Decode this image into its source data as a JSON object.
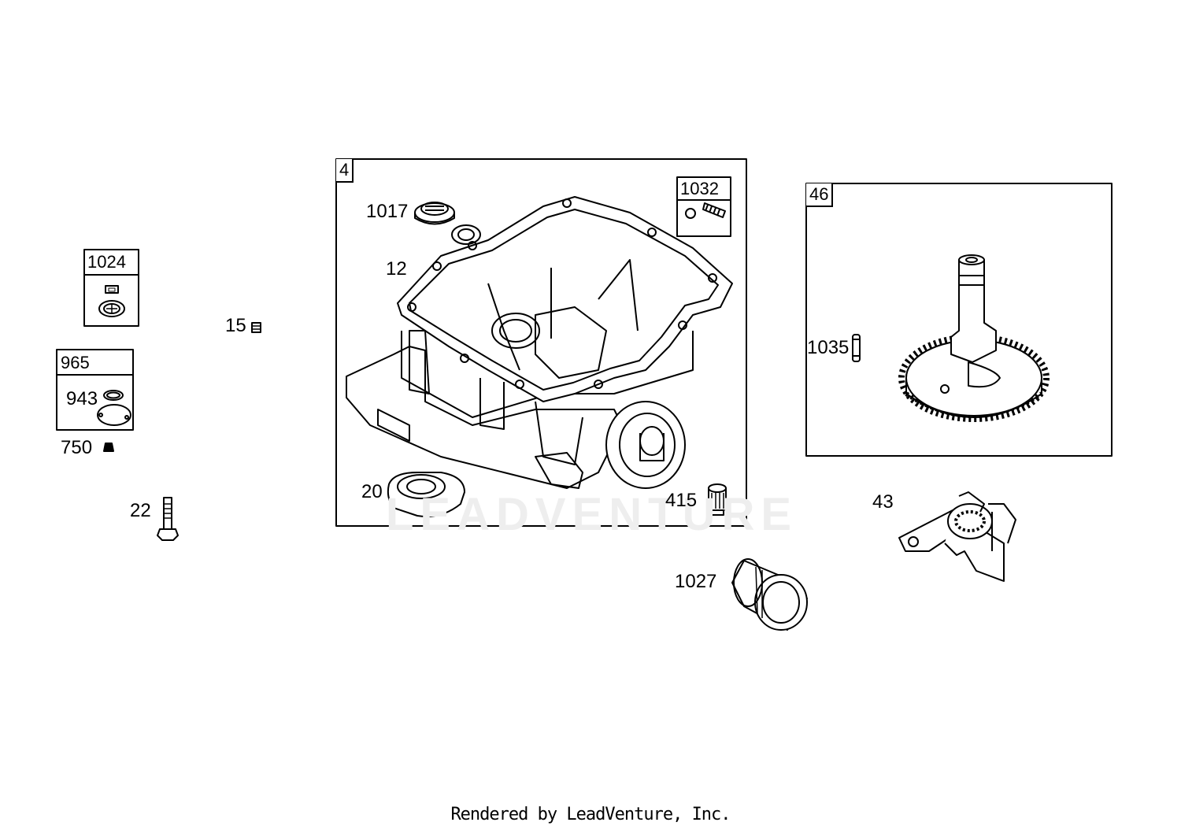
{
  "footer": "Rendered by LeadVenture, Inc.",
  "watermark": "LEADVENTURE",
  "callouts": {
    "p4": "4",
    "p1032": "1032",
    "p1017": "1017",
    "p12": "12",
    "p20": "20",
    "p415": "415",
    "p46": "46",
    "p1035": "1035",
    "p43": "43",
    "p1027": "1027",
    "p1024": "1024",
    "p965": "965",
    "p943": "943",
    "p750": "750",
    "p15": "15",
    "p22": "22"
  }
}
